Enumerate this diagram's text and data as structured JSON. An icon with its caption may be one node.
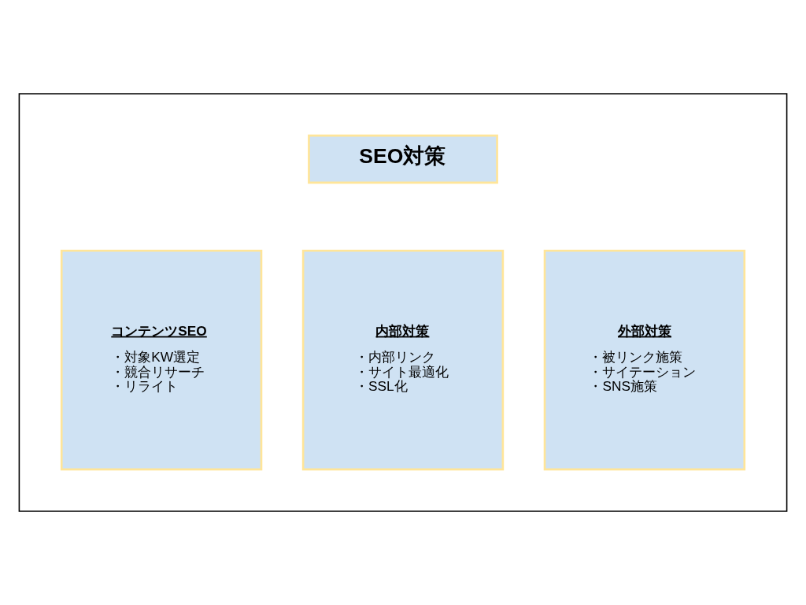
{
  "diagram": {
    "nodes": [
      {
        "text": [],
        "shape": "box"
      },
      {
        "text": [
          "SEO対策"
        ],
        "in": 0
      },
      {
        "text": [
          "コンテンツSEO",
          "・対象KW選定",
          "・競合リサーチ",
          "・リライト"
        ],
        "in": 0
      },
      {
        "text": [
          "内部対策",
          "・内部リンク",
          "・サイト最適化",
          "・SSL化"
        ],
        "in": 0
      },
      {
        "text": [
          "外部対策",
          "・被リンク施策",
          "・サイテーション",
          "・SNS施策"
        ],
        "in": 0
      }
    ]
  }
}
